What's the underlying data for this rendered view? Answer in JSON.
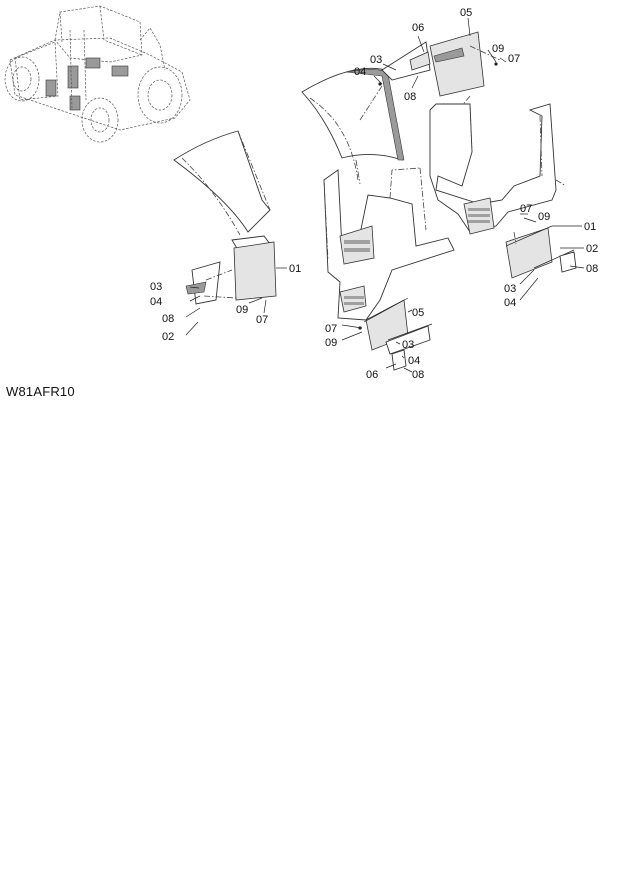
{
  "figure_code": "W81AFR10",
  "callouts": {
    "left_fender": {
      "c01": "01",
      "c03": "03",
      "c04": "04",
      "c08": "08",
      "c02": "02",
      "c09": "09",
      "c07": "07"
    },
    "top_fender": {
      "c06": "06",
      "c05": "05",
      "c03": "03",
      "c04": "04",
      "c09": "09",
      "c07": "07",
      "c08": "08"
    },
    "center_step": {
      "c05": "05",
      "c07": "07",
      "c09": "09",
      "c03": "03",
      "c04": "04",
      "c06": "06",
      "c08": "08"
    },
    "right_step": {
      "c07": "07",
      "c09": "09",
      "c01": "01",
      "c02": "02",
      "c08": "08",
      "c03": "03",
      "c04": "04"
    }
  }
}
